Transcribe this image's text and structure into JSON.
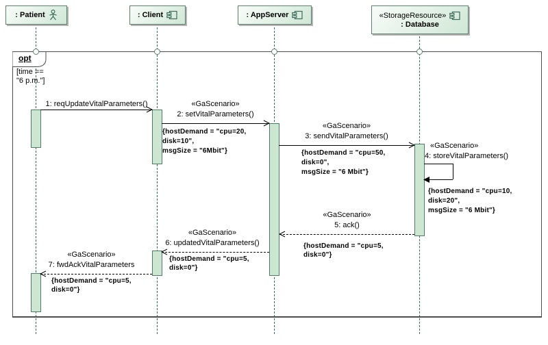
{
  "diagram_type": "uml-sequence-diagram",
  "colors": {
    "head_fill": "#d0e7d6",
    "head_border": "#5d7f6d",
    "lifeline_green": "#2e6e57",
    "activation_fill": "#cde6d2",
    "activation_border": "#4c7c63",
    "frame_border": "#4d4d4d",
    "message_line": "#000000",
    "shadow": "#b4b4b4"
  },
  "fragment": {
    "operator": "opt",
    "guard": [
      "[time ==",
      "\"6 p.m.\"]"
    ]
  },
  "lifelines": [
    {
      "stereotype": "",
      "name": ": Patient",
      "icon": "actor-icon"
    },
    {
      "stereotype": "",
      "name": ": Client",
      "icon": "component-icon"
    },
    {
      "stereotype": "",
      "name": ": AppServer",
      "icon": "component-icon"
    },
    {
      "stereotype": "«StorageResource»",
      "name": ": Database",
      "icon": "component-icon"
    }
  ],
  "messages": [
    {
      "stereotype": "",
      "label": "1: reqUpdateVitalParameters()",
      "kind": "sync-solid-arrow",
      "from": ": Patient",
      "to": ": Client",
      "annotation": []
    },
    {
      "stereotype": "«GaScenario»",
      "label": "2: setVitalParameters()",
      "kind": "sync-solid-arrow",
      "from": ": Client",
      "to": ": AppServer",
      "annotation": [
        "{hostDemand = \"cpu=20,",
        "disk=10\",",
        "msgSize = \"6Mbit\"}"
      ]
    },
    {
      "stereotype": "«GaScenario»",
      "label": "3: sendVitalParameters()",
      "kind": "sync-solid-arrow",
      "from": ": AppServer",
      "to": ": Database",
      "annotation": [
        "{hostDemand = \"cpu=50,",
        "disk=0\",",
        "msgSize = \"6 Mbit\"}"
      ]
    },
    {
      "stereotype": "«GaScenario»",
      "label": "4: storeVitalParameters()",
      "kind": "self-message",
      "from": ": Database",
      "to": ": Database",
      "annotation": [
        "{hostDemand = \"cpu=10,",
        "disk=20\",",
        "msgSize = \"6 Mbit\"}"
      ]
    },
    {
      "stereotype": "«GaScenario»",
      "label": "5: ack()",
      "kind": "return-dashed-arrow",
      "from": ": Database",
      "to": ": AppServer",
      "annotation": [
        "{hostDemand = \"cpu=5,",
        "disk=0\"}"
      ]
    },
    {
      "stereotype": "«GaScenario»",
      "label": "6: updatedVitalParameters()",
      "kind": "return-dashed-arrow",
      "from": ": AppServer",
      "to": ": Client",
      "annotation": [
        "{hostDemand = \"cpu=5,",
        "disk=0\"}"
      ]
    },
    {
      "stereotype": "«GaScenario»",
      "label": "7: fwdAckVitalParameters",
      "kind": "return-dashed-arrow",
      "from": ": Client",
      "to": ": Patient",
      "annotation": [
        "{hostDemand = \"cpu=5,",
        "disk=0\"}"
      ]
    }
  ]
}
